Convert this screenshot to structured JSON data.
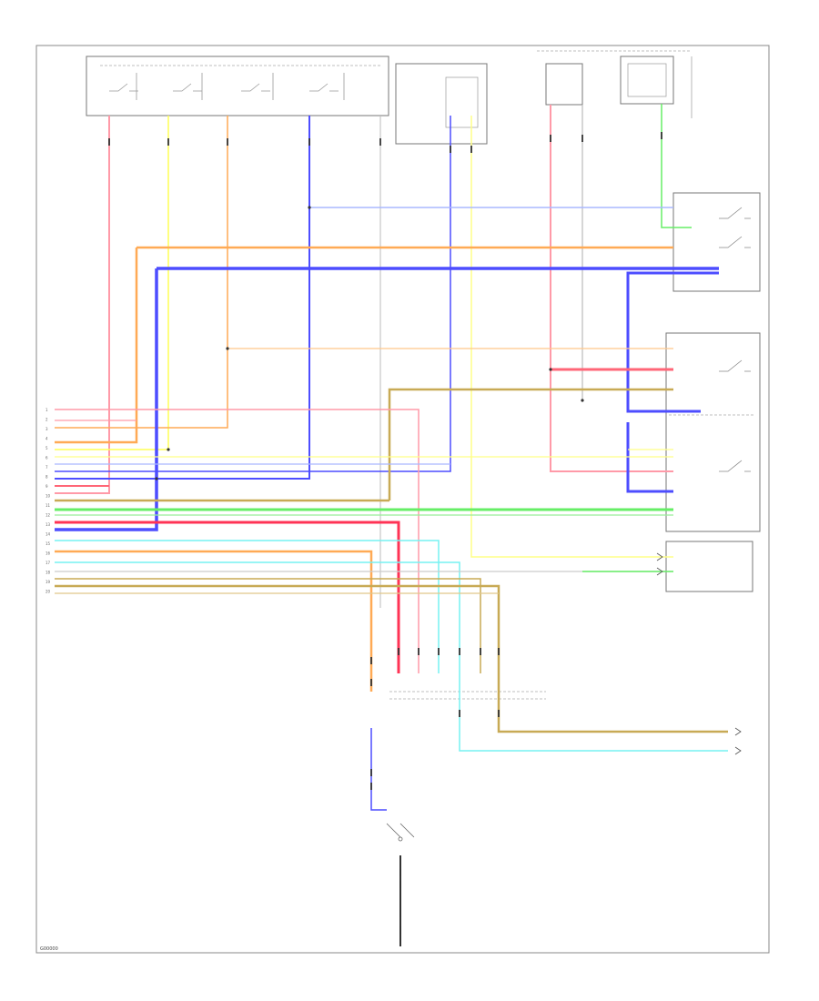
{
  "footer": {
    "code": "G00000"
  },
  "colors": {
    "red": "#ff9aa8",
    "yellow": "#ffff55",
    "blue": "#4d4dff",
    "orange": "#ffaa55",
    "green": "#66ee66",
    "tan": "#c8aa55",
    "cyan": "#77f2f2",
    "gray": "#bbbbbb",
    "peach": "#ffc88a",
    "lightblue": "#aab8ff"
  },
  "left_connector_pins": [
    "1",
    "2",
    "3",
    "4",
    "5",
    "6",
    "7",
    "8",
    "9",
    "10",
    "11",
    "12",
    "13",
    "14",
    "15",
    "16",
    "17",
    "18",
    "19",
    "20"
  ]
}
